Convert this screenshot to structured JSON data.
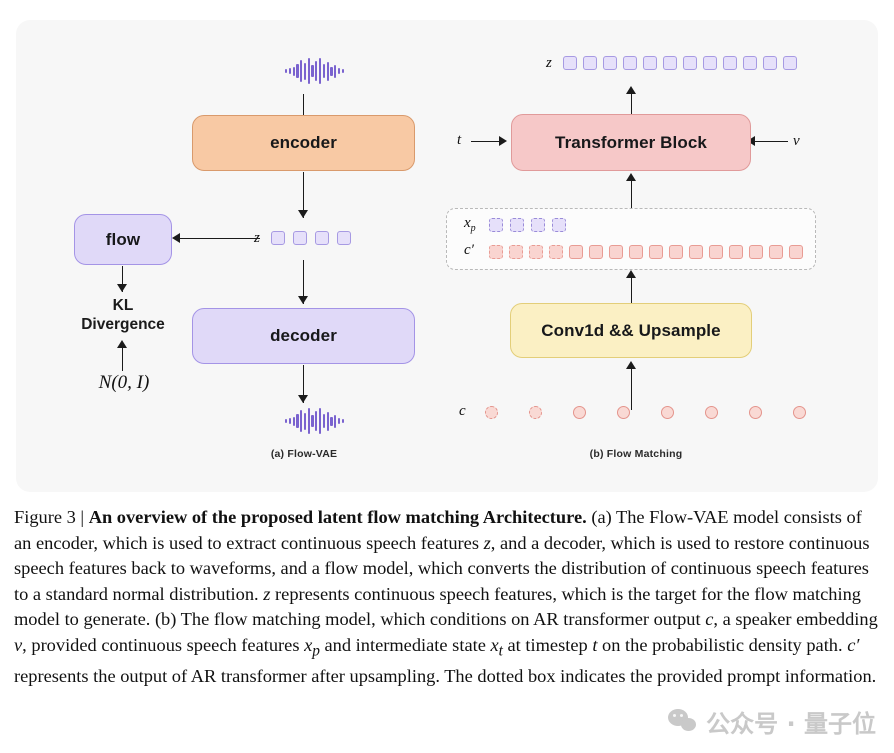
{
  "figure": {
    "panel_background": "#f7f7f7",
    "left_subcaption": "(a) Flow-VAE",
    "right_subcaption": "(b) Flow Matching",
    "blocks": {
      "encoder": {
        "label": "encoder",
        "fill": "#F8C9A4",
        "stroke": "#D99A6C"
      },
      "flow": {
        "label": "flow",
        "fill": "#E0D9F8",
        "stroke": "#A494E6"
      },
      "decoder": {
        "label": "decoder",
        "fill": "#E0D9F8",
        "stroke": "#A494E6"
      },
      "transformer": {
        "label": "Transformer Block",
        "fill": "#F6C8C8",
        "stroke": "#E09A9A"
      },
      "conv_upsample": {
        "label": "Conv1d && Upsample",
        "fill": "#FBF0C4",
        "stroke": "#E3CE79"
      }
    },
    "labels": {
      "kl_divergence": "KL\nDivergence",
      "kl_line1": "KL",
      "kl_line2": "Divergence",
      "prior": "N(0, I)",
      "z_left": "z",
      "z_right": "z",
      "t": "t",
      "v": "v",
      "xp": "x",
      "xp_sub": "p",
      "c_prime": "c′",
      "c": "c"
    },
    "tokens": {
      "z_left_count": 4,
      "z_left_fill": "#E6E0FA",
      "z_left_stroke": "#A79AE3",
      "z_right_count": 12,
      "z_right_fill": "#E6E0FA",
      "z_right_stroke": "#A79AE3",
      "xp_dashed_count": 4,
      "xp_fill": "#E6E0FA",
      "xp_stroke": "#9A8CD8",
      "cprime_dashed_count": 4,
      "cprime_solid_count": 12,
      "cprime_fill": "#F9D4D0",
      "cprime_stroke": "#E89C94",
      "c_dashed_count": 2,
      "c_solid_count": 6,
      "c_fill": "#F9D9D4",
      "c_stroke": "#E4948C"
    },
    "waveform": {
      "color": "#7a63cf",
      "bar_heights": [
        4,
        6,
        9,
        14,
        22,
        17,
        26,
        12,
        20,
        26,
        14,
        19,
        9,
        13,
        6,
        4
      ]
    }
  },
  "caption": {
    "figure_number": "Figure 3 | ",
    "title": "An overview of the proposed latent flow matching Architecture.",
    "part_a": " (a) The Flow-VAE model consists of an encoder, which is used to extract continuous speech features ",
    "sym_z1": "z",
    "part_a2": ", and a decoder, which is used to restore continuous speech features back to waveforms, and a flow model, which converts the distribution of continuous speech features to a standard normal distribution. ",
    "sym_z2": "z",
    "part_a3": " represents continuous speech features, which is the target for the flow matching model to generate. (b) The flow matching model, which conditions on AR transformer output ",
    "sym_c": "c",
    "part_b1": ", a speaker embedding ",
    "sym_v": "v",
    "part_b2": ", provided continuous speech features ",
    "sym_xp": "x",
    "sym_xp_sub": "p",
    "part_b3": " and intermediate state ",
    "sym_xt": "x",
    "sym_xt_sub": "t",
    "part_b4": " at timestep ",
    "sym_t": "t",
    "part_b5": " on the probabilistic density path. ",
    "sym_cprime": "c′",
    "part_b6": " represents the output of AR transformer after upsampling. The dotted box indicates the provided prompt information."
  },
  "watermark": {
    "text": "公众号 · 量子位",
    "color": "#c9c9c9"
  }
}
